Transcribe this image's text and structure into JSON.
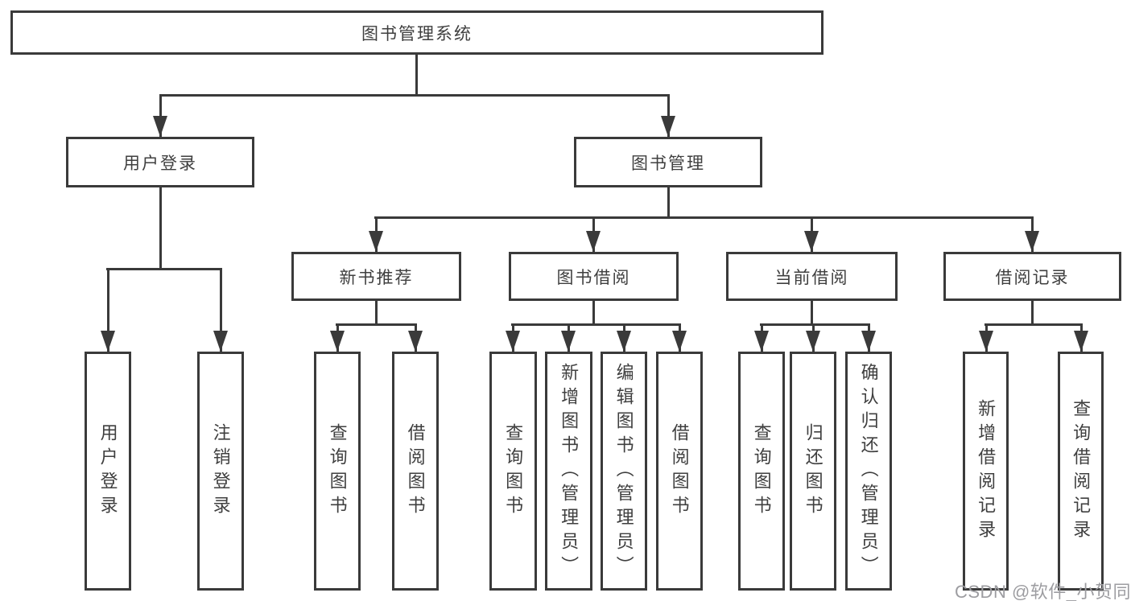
{
  "colors": {
    "line": "#3a3a3a",
    "text": "#3f3f3f",
    "watermark": "#9d9da1",
    "background": "#ffffff"
  },
  "watermark": {
    "text": "CSDN @软件_小贺同学"
  },
  "tree": {
    "root": {
      "label": "图书管理系统"
    },
    "branches": [
      {
        "label": "用户登录",
        "children": [
          {
            "label": "用户登录"
          },
          {
            "label": "注销登录"
          }
        ]
      },
      {
        "label": "图书管理",
        "children": [
          {
            "label": "新书推荐",
            "children": [
              {
                "label": "查询图书"
              },
              {
                "label": "借阅图书"
              }
            ]
          },
          {
            "label": "图书借阅",
            "children": [
              {
                "label": "查询图书"
              },
              {
                "label": "新增图书（管理员）"
              },
              {
                "label": "编辑图书（管理员）"
              },
              {
                "label": "借阅图书"
              }
            ]
          },
          {
            "label": "当前借阅",
            "children": [
              {
                "label": "查询图书"
              },
              {
                "label": "归还图书"
              },
              {
                "label": "确认归还（管理员）"
              }
            ]
          },
          {
            "label": "借阅记录",
            "children": [
              {
                "label": "新增借阅记录"
              },
              {
                "label": "查询借阅记录"
              }
            ]
          }
        ]
      }
    ]
  }
}
